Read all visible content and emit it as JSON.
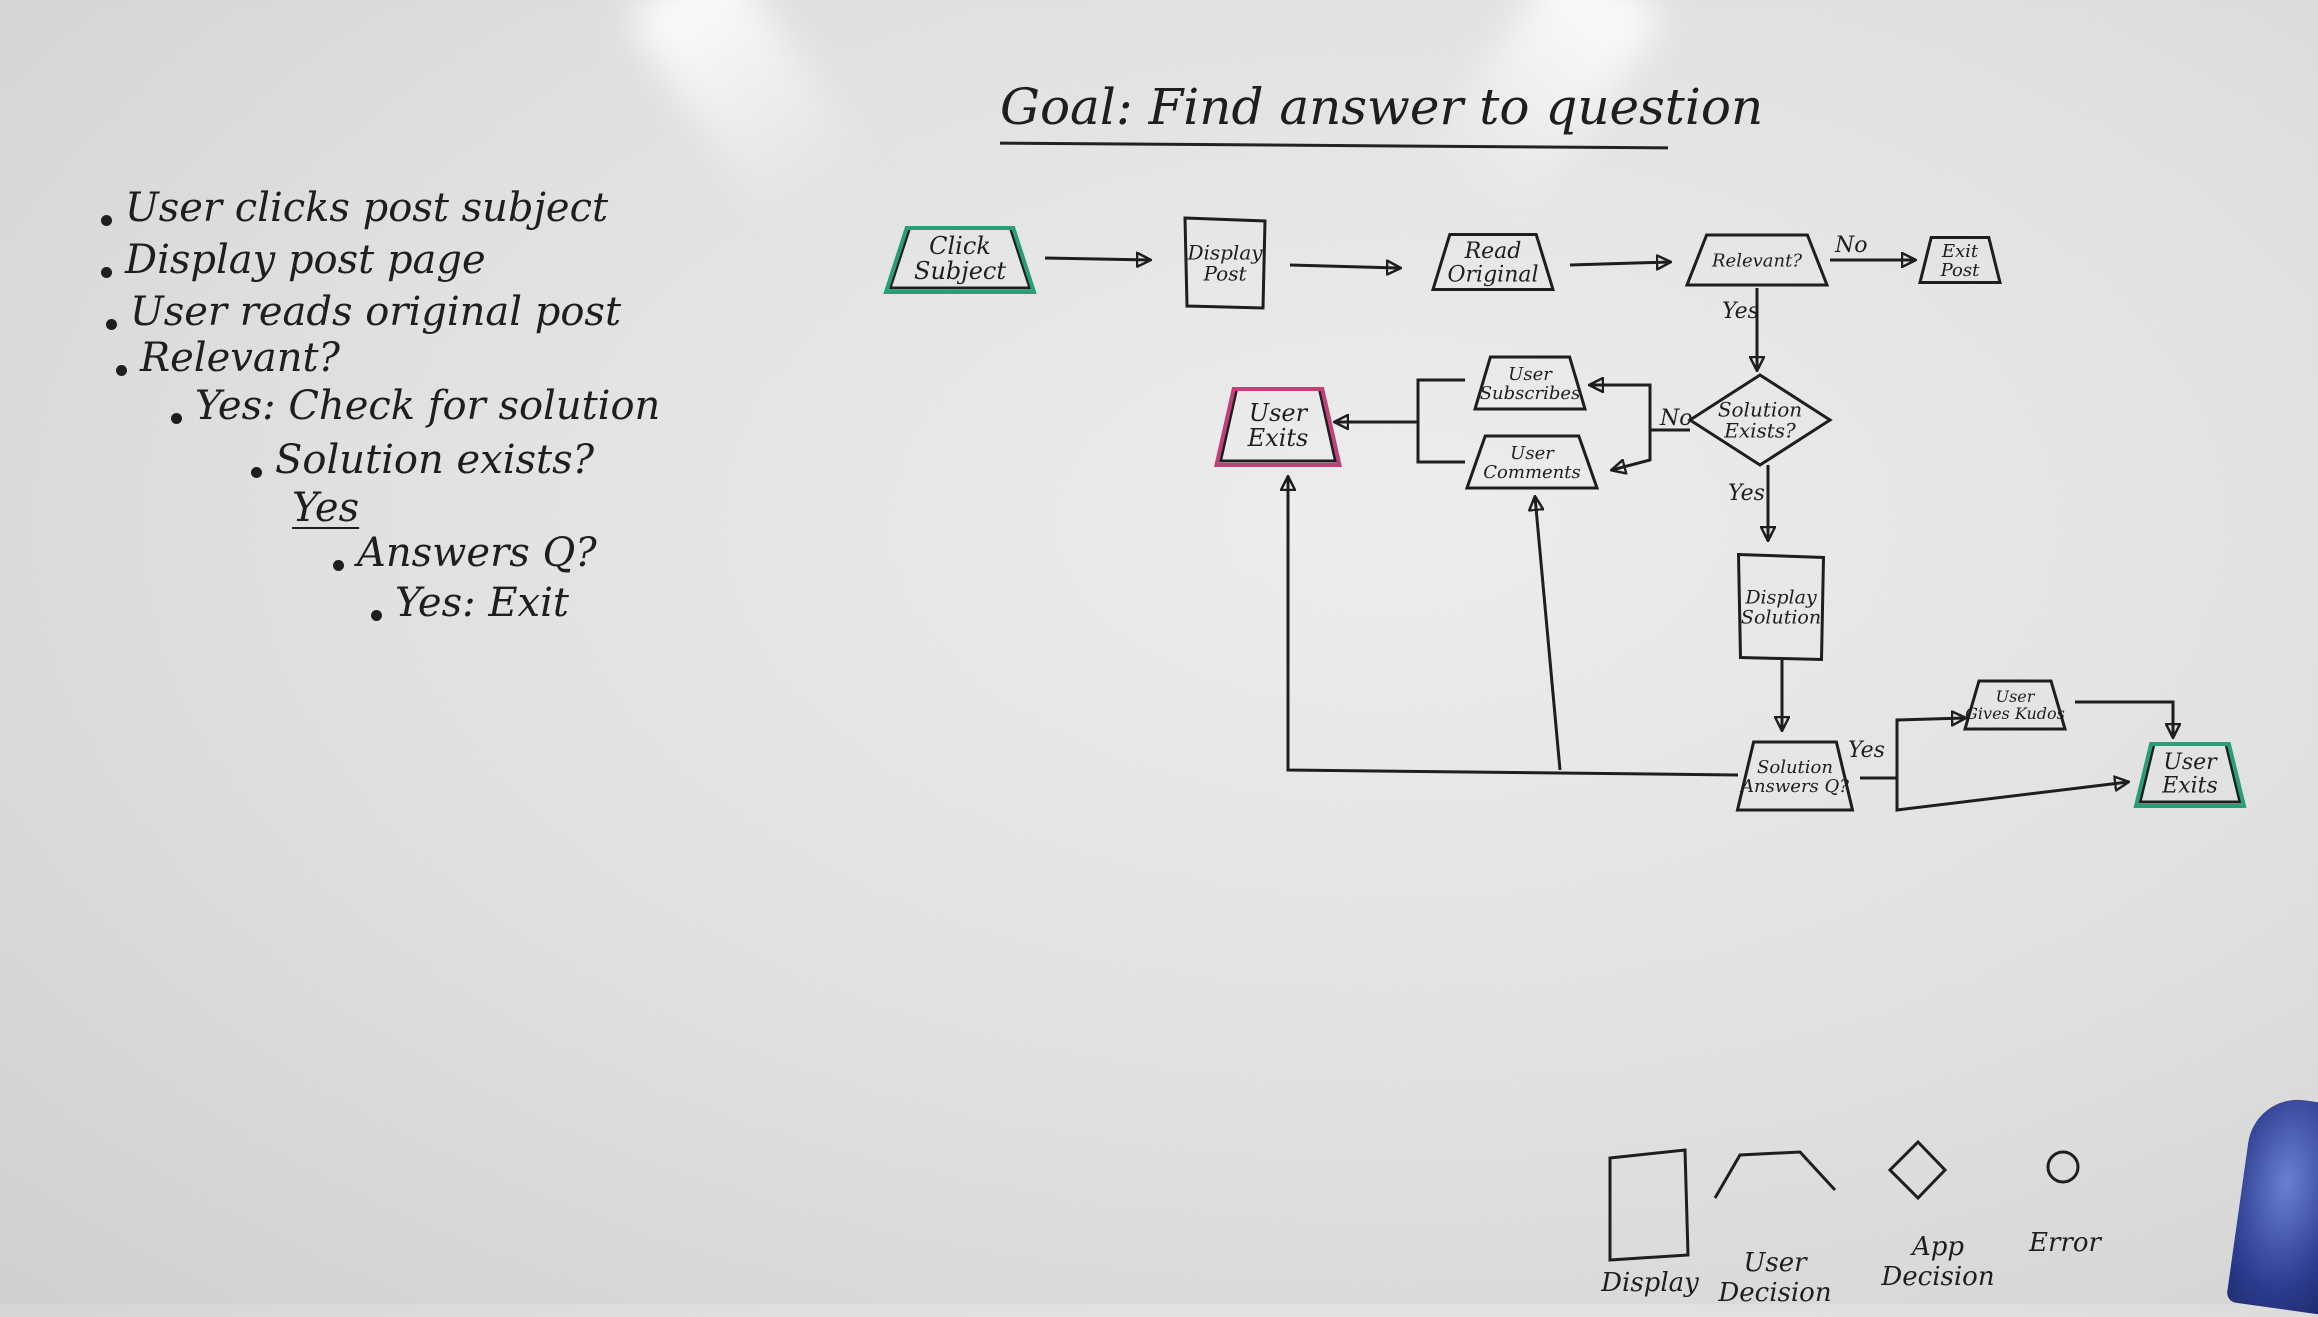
{
  "title": "Goal: Find answer to question",
  "notes": [
    {
      "text": "User clicks post subject",
      "indent": 0,
      "bullet": true
    },
    {
      "text": "Display post page",
      "indent": 0,
      "bullet": true
    },
    {
      "text": "User reads original post",
      "indent": 0,
      "bullet": true
    },
    {
      "text": "Relevant?",
      "indent": 0,
      "bullet": true
    },
    {
      "text": "Yes: Check for solution",
      "indent": 1,
      "bullet": true
    },
    {
      "text": "Solution exists?",
      "indent": 2,
      "bullet": true
    },
    {
      "text": "Yes",
      "indent": 3,
      "bullet": false
    },
    {
      "text": "Answers Q?",
      "indent": 4,
      "bullet": true
    },
    {
      "text": "Yes: Exit",
      "indent": 5,
      "bullet": true
    }
  ],
  "nodes": {
    "click_subject": {
      "label": [
        "Click",
        "Subject"
      ],
      "shape": "user-decision",
      "color": "#2a9d7a"
    },
    "display_post": {
      "label": [
        "Display",
        "Post"
      ],
      "shape": "display"
    },
    "read_original": {
      "label": [
        "Read",
        "Original"
      ],
      "shape": "user-decision"
    },
    "relevant": {
      "label": [
        "Relevant?"
      ],
      "shape": "user-decision"
    },
    "exit_post": {
      "label": [
        "Exit",
        "Post"
      ],
      "shape": "user-decision"
    },
    "solution_exists": {
      "label": [
        "Solution",
        "Exists?"
      ],
      "shape": "app-decision"
    },
    "user_subscribes": {
      "label": [
        "User",
        "Subscribes"
      ],
      "shape": "user-decision"
    },
    "user_comments": {
      "label": [
        "User",
        "Comments"
      ],
      "shape": "user-decision"
    },
    "user_exits_left": {
      "label": [
        "User",
        "Exits"
      ],
      "shape": "user-decision",
      "color": "#c0407a"
    },
    "display_solution": {
      "label": [
        "Display",
        "Solution"
      ],
      "shape": "display"
    },
    "solution_answers": {
      "label": [
        "Solution",
        "Answers Q?"
      ],
      "shape": "user-decision"
    },
    "user_gives_kudos": {
      "label": [
        "User",
        "Gives Kudos"
      ],
      "shape": "user-decision"
    },
    "user_exits_right": {
      "label": [
        "User",
        "Exits"
      ],
      "shape": "user-decision",
      "color": "#2a9d7a"
    }
  },
  "edge_labels": {
    "relevant_no": "No",
    "relevant_yes": "Yes",
    "solution_no": "No",
    "solution_yes": "Yes",
    "answers_yes": "Yes"
  },
  "legend": [
    {
      "label": "Display",
      "shape": "display"
    },
    {
      "label": "User Decision",
      "shape": "user-decision"
    },
    {
      "label": "App Decision",
      "shape": "app-decision"
    },
    {
      "label": "Error",
      "shape": "error"
    }
  ],
  "ink_color": "#1e1e1e"
}
